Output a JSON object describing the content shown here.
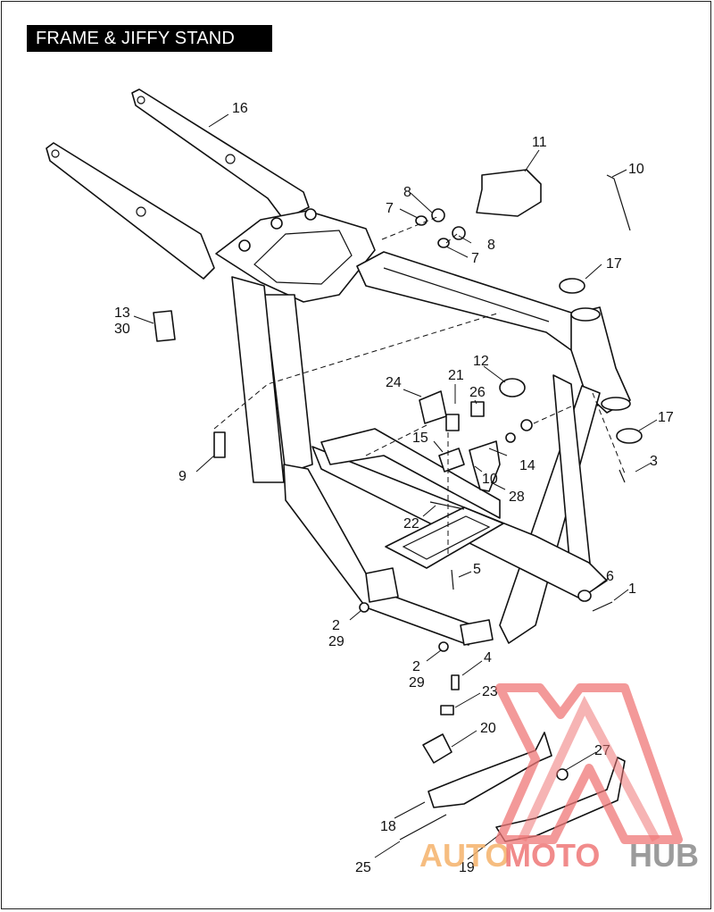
{
  "title": "FRAME & JIFFY STAND",
  "callouts": {
    "c1": "1",
    "c2a": "2",
    "c29a": "29",
    "c2b": "2",
    "c29b": "29",
    "c3": "3",
    "c4": "4",
    "c5": "5",
    "c6": "6",
    "c7a": "7",
    "c7b": "7",
    "c8a": "8",
    "c8b": "8",
    "c9": "9",
    "c10a": "10",
    "c10b": "10",
    "c11": "11",
    "c12": "12",
    "c13": "13",
    "c30": "30",
    "c14": "14",
    "c15": "15",
    "c16": "16",
    "c17a": "17",
    "c17b": "17",
    "c18": "18",
    "c19": "19",
    "c20": "20",
    "c21": "21",
    "c22": "22",
    "c23": "23",
    "c24": "24",
    "c25": "25",
    "c26": "26",
    "c27": "27",
    "c28": "28"
  },
  "watermark": {
    "part1": "AUTO",
    "part2": "MOTO",
    "part3": "HUB",
    "color_orange": "#f5b26b",
    "color_red": "#ef7777",
    "color_gray": "#8a8a8a"
  }
}
